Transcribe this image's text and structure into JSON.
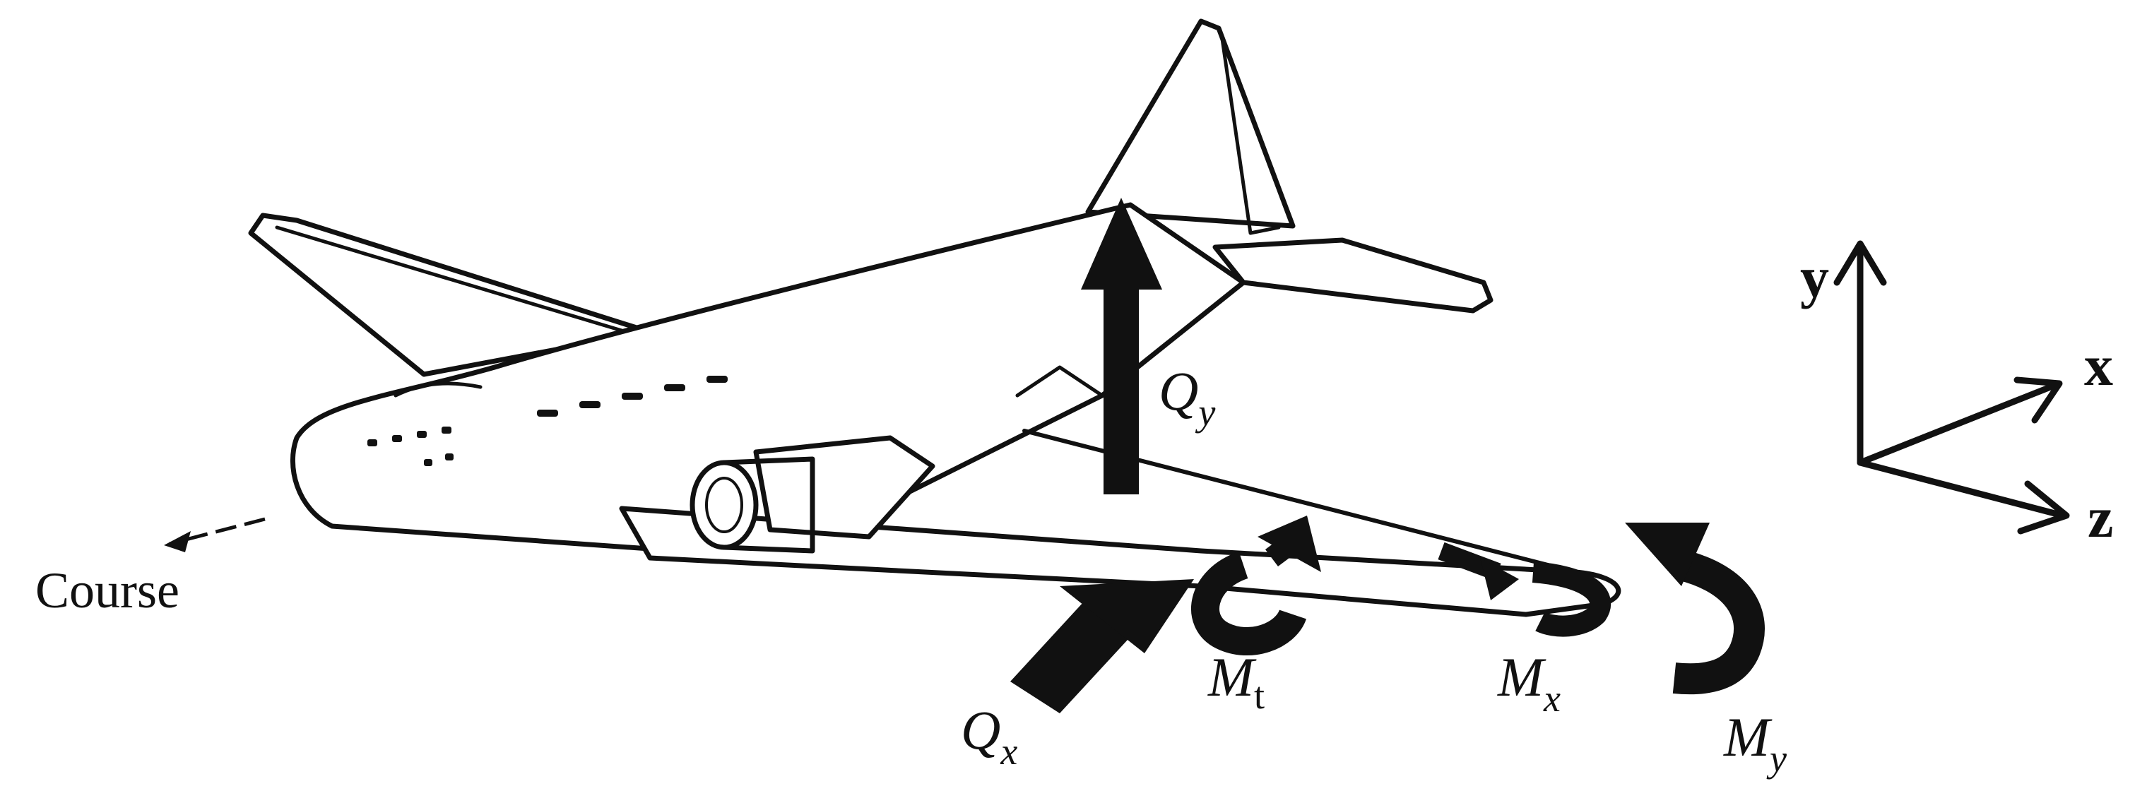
{
  "labels": {
    "course": "Course",
    "qy_base": "Q",
    "qy_sub": "y",
    "qx_base": "Q",
    "qx_sub": "x",
    "mt_base": "M",
    "mt_sub": "t",
    "mx_base": "M",
    "mx_sub": "x",
    "my_base": "M",
    "my_sub": "y"
  },
  "axes": {
    "y": "y",
    "x": "x",
    "z": "z"
  },
  "colors": {
    "ink": "#111111",
    "arrow": "#1a1a1a",
    "background": "#ffffff"
  }
}
